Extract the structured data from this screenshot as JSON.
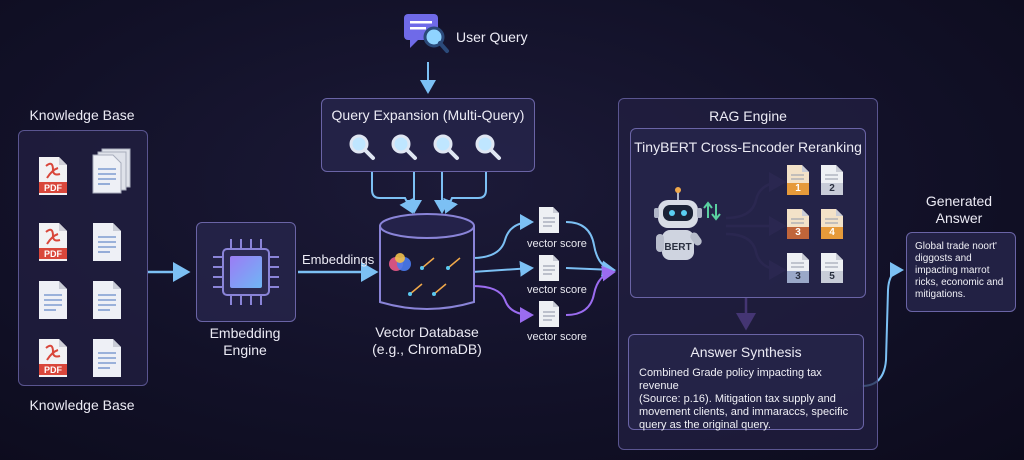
{
  "user_query": {
    "label": "User Query",
    "icon": "chat-search-icon"
  },
  "query_expansion": {
    "title": "Query Expansion (Multi-Query)",
    "icons": [
      "search-icon",
      "search-icon",
      "search-icon",
      "search-icon"
    ]
  },
  "knowledge_base": {
    "title_top": "Knowledge Base",
    "title_bottom": "Knowledge Base",
    "pdf_label": "PDF"
  },
  "embedding_engine": {
    "title_line1": "Embedding",
    "title_line2": "Engine",
    "edge_label": "Embeddings"
  },
  "vector_db": {
    "title_line1": "Vector Database",
    "title_line2": "(e.g., ChromaDB)"
  },
  "vector_scores": [
    "vector score",
    "vector score",
    "vector score"
  ],
  "rag_engine": {
    "title": "RAG Engine",
    "reranker_title": "TinyBERT Cross-Encoder Reranking",
    "bert_label": "BERT",
    "ranked_docs": [
      "1",
      "2",
      "3",
      "4",
      "3",
      "5"
    ],
    "synthesis_title": "Answer Synthesis",
    "synthesis_text": [
      "Combined Grade policy impacting tax revenue",
      "(Source: p.16). Mitigation tax supply and",
      "movement clients, and immaraccs, specific",
      "query as the original query."
    ]
  },
  "generated_answer": {
    "title_line1": "Generated",
    "title_line2": "Answer",
    "text": [
      "Global trade noort'",
      "diggosts and",
      "impacting marrot",
      "ricks,  economic and",
      "mitigations."
    ]
  },
  "colors": {
    "accent_blue": "#7cc0f4",
    "accent_purple": "#9b6cf0",
    "panel_border": "#5a5590",
    "doc_red": "#d9473b",
    "doc_orange": "#e69a3a",
    "doc_brown": "#c0653a"
  }
}
